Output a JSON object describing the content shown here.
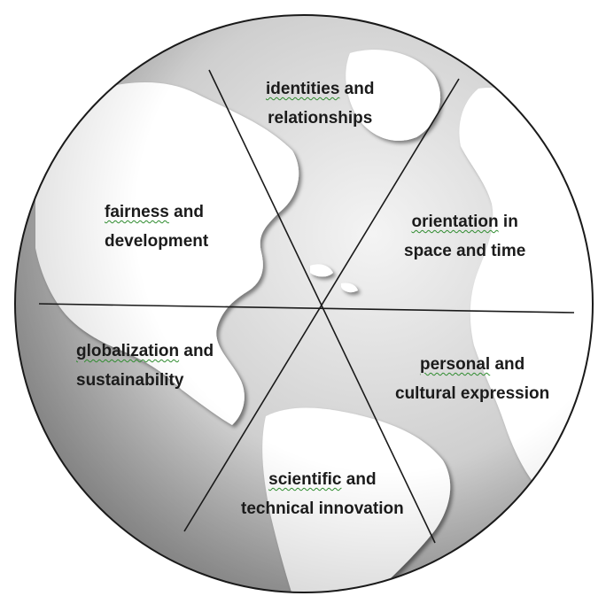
{
  "segments": [
    {
      "id": "identities",
      "word": "identities",
      "rest": " and",
      "line2": "relationships"
    },
    {
      "id": "orientation",
      "word": "orientation",
      "rest": " in",
      "line2": "space and time"
    },
    {
      "id": "personal",
      "word": "personal",
      "rest": " and",
      "line2": "cultural expression"
    },
    {
      "id": "scientific",
      "word": "scientific",
      "rest": " and",
      "line2": "technical innovation"
    },
    {
      "id": "globalization",
      "word": "globalization",
      "rest": " and",
      "line2": "sustainability"
    },
    {
      "id": "fairness",
      "word": "fairness",
      "rest": " and",
      "line2": "development"
    }
  ],
  "colors": {
    "outline": "#1a1a1a",
    "land": "#ffffff",
    "ocean": "#9a9a9a",
    "spellcheck": "#2e8b2e"
  }
}
